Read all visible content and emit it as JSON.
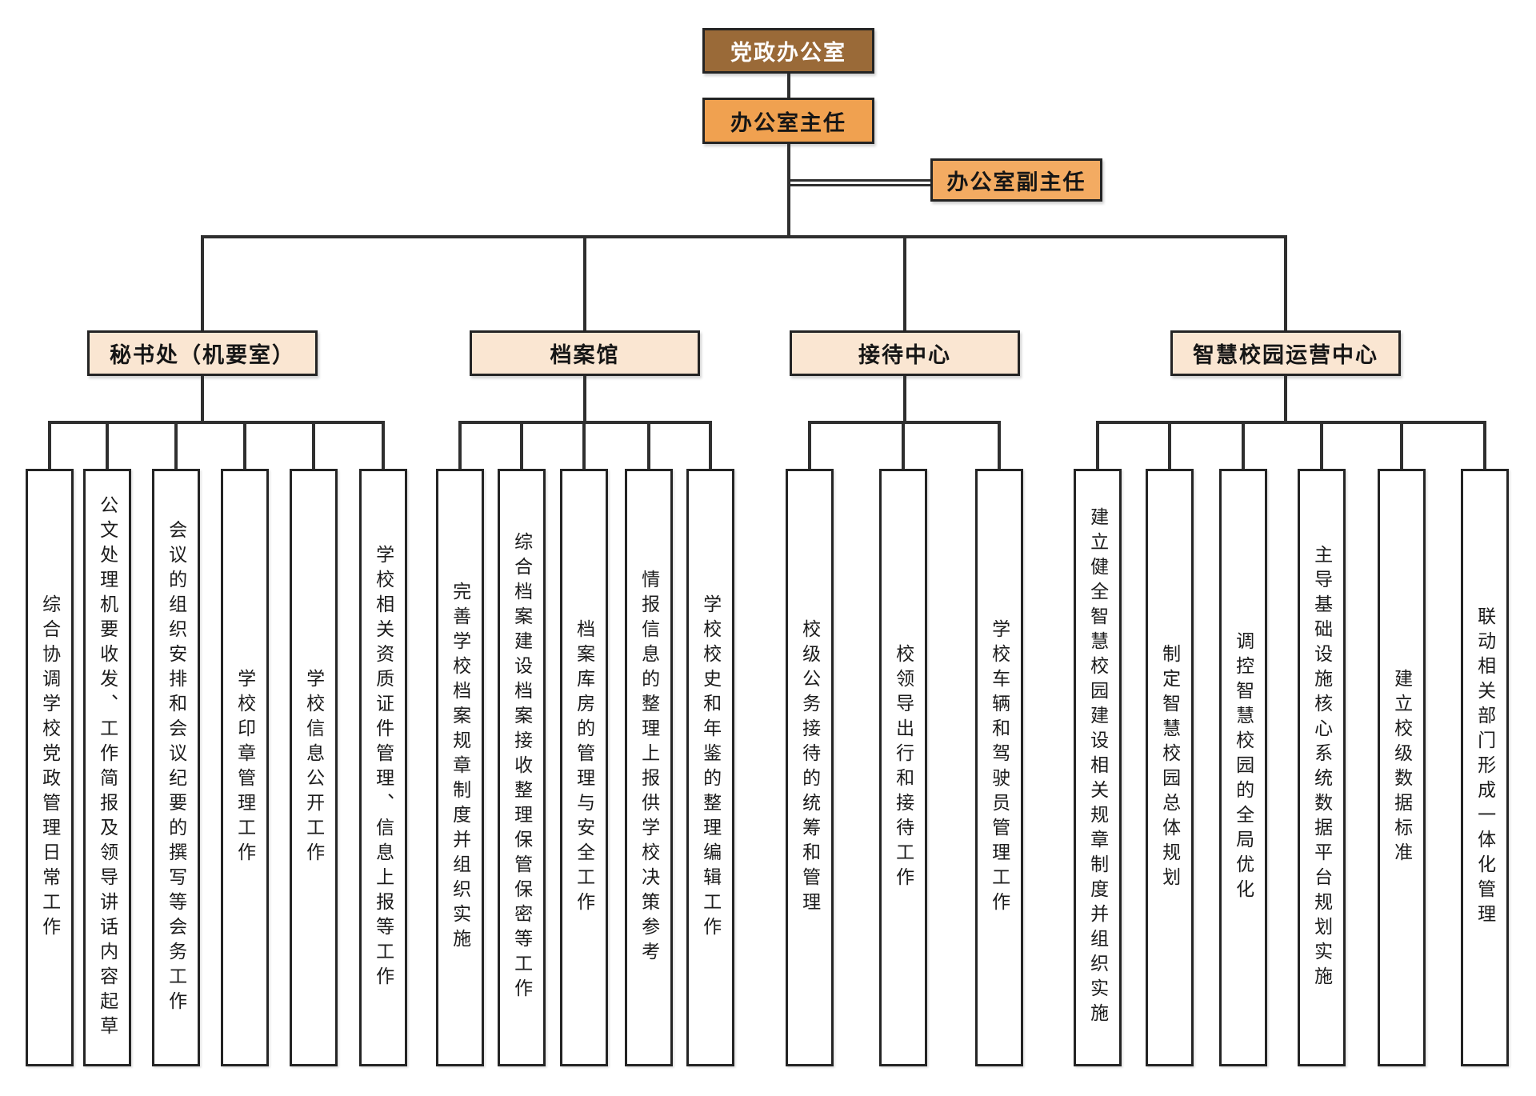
{
  "chart": {
    "root": {
      "label": "党政办公室"
    },
    "director": {
      "label": "办公室主任"
    },
    "deputy": {
      "label": "办公室副主任"
    },
    "departments": [
      {
        "name": "秘书处（机要室）",
        "children": [
          "综合协调学校党政管理日常工作",
          "公文处理机要收发、工作简报及领导讲话内容起草",
          "会议的组织安排和会议纪要的撰写等会务工作",
          "学校印章管理工作",
          "学校信息公开工作",
          "学校相关资质证件管理、信息上报等工作"
        ]
      },
      {
        "name": "档案馆",
        "children": [
          "完善学校档案规章制度并组织实施",
          "综合档案建设档案接收整理保管保密等工作",
          "档案库房的管理与安全工作",
          "情报信息的整理上报供学校决策参考",
          "学校校史和年鉴的整理编辑工作"
        ]
      },
      {
        "name": "接待中心",
        "children": [
          "校级公务接待的统筹和管理",
          "校领导出行和接待工作",
          "学校车辆和驾驶员管理工作"
        ]
      },
      {
        "name": "智慧校园运营中心",
        "children": [
          "建立健全智慧校园建设相关规章制度并组织实施",
          "制定智慧校园总体规划",
          "调控智慧校园的全局优化",
          "主导基础设施核心系统数据平台规划实施",
          "建立校级数据标准",
          "联动相关部门形成一体化管理"
        ]
      }
    ],
    "colors": {
      "root_fill": "#9A6A38",
      "director_fill": "#F0A150",
      "deputy_fill": "#F3AB62",
      "dept_fill": "#FAE6D2",
      "leaf_fill": "#FFFFFF",
      "line": "#2F2F2F"
    }
  }
}
